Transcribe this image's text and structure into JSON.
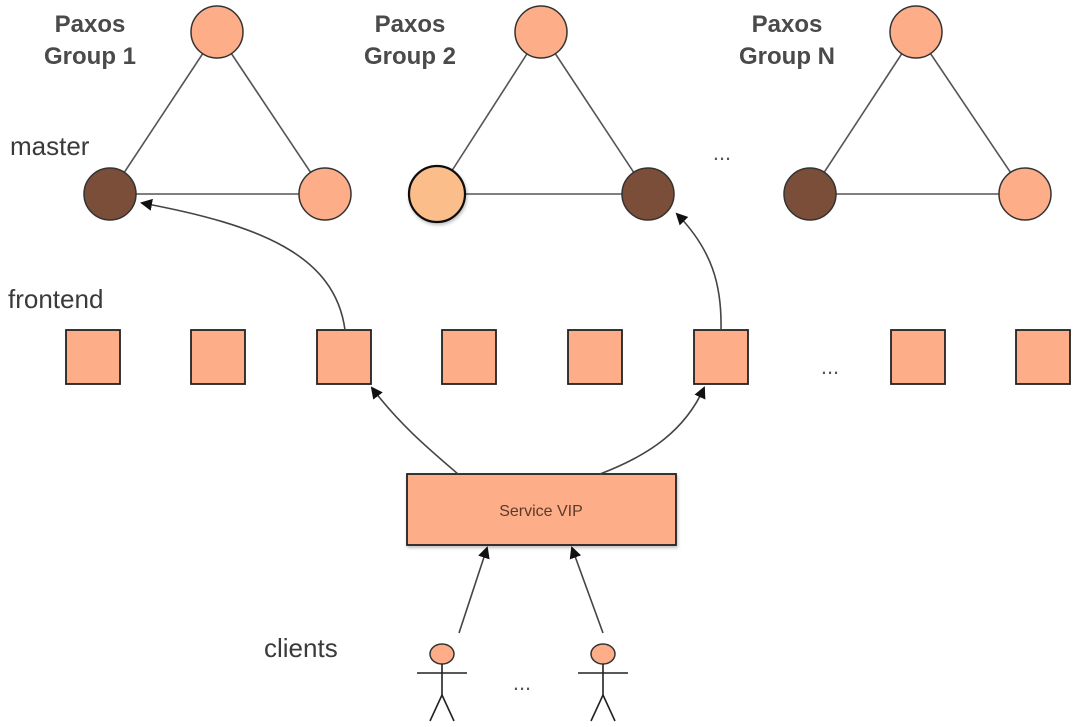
{
  "colors": {
    "replica": "#fdae88",
    "master": "#7a4e38",
    "candidate": "#fbbd8a",
    "box": "#fdae88",
    "client_head": "#fdae88"
  },
  "groups": [
    {
      "title_line1": "Paxos",
      "title_line2": "Group 1",
      "nodes": [
        "replica",
        "master",
        "replica"
      ]
    },
    {
      "title_line1": "Paxos",
      "title_line2": "Group 2",
      "nodes": [
        "replica",
        "candidate",
        "master"
      ]
    },
    {
      "title_line1": "Paxos",
      "title_line2": "Group N",
      "nodes": [
        "replica",
        "master",
        "replica"
      ]
    }
  ],
  "labels": {
    "master": "master",
    "frontend": "frontend",
    "clients": "clients",
    "service_vip": "Service VIP",
    "ellipsis": "..."
  },
  "frontend_count_shown": 8,
  "client_count_shown": 2,
  "connections": [
    {
      "from": "frontend-3",
      "to": "group-1-master"
    },
    {
      "from": "frontend-6",
      "to": "group-2-master"
    },
    {
      "from": "service-vip",
      "to": "frontend-3"
    },
    {
      "from": "service-vip",
      "to": "frontend-6"
    },
    {
      "from": "client-1",
      "to": "service-vip"
    },
    {
      "from": "client-2",
      "to": "service-vip"
    }
  ]
}
